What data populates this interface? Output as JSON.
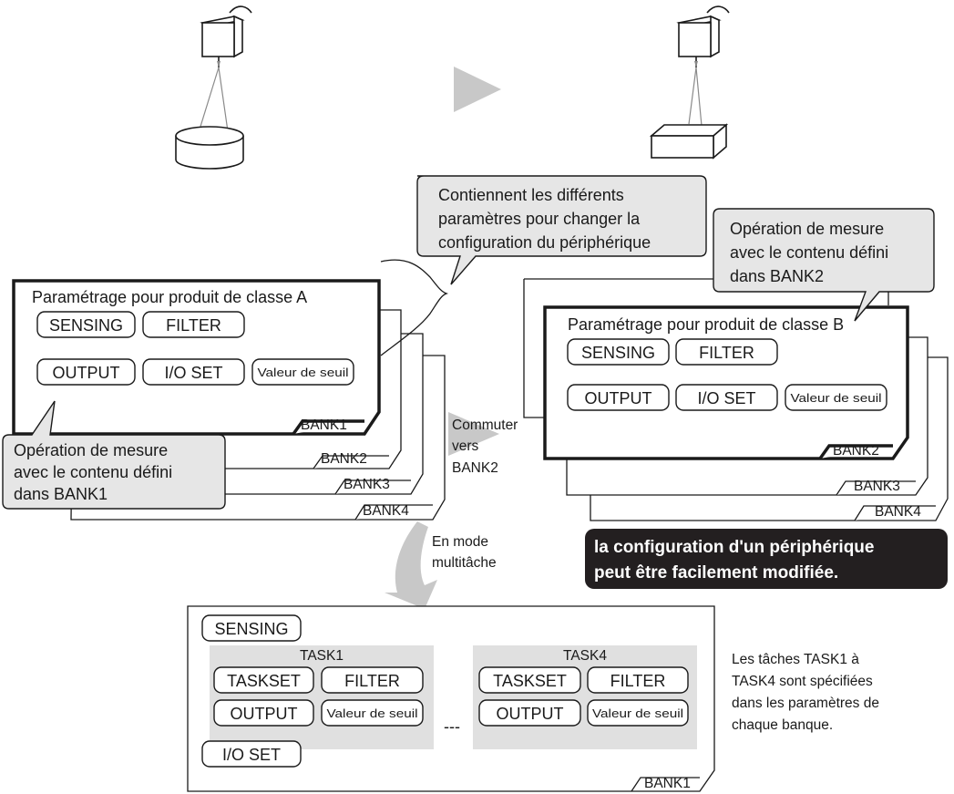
{
  "scene": {
    "arrow_color": "#bdbdbd"
  },
  "callouts": {
    "top": [
      "Contiennent les différents",
      "paramètres pour changer la",
      "configuration du périphérique"
    ],
    "bank1_op": [
      "Opération de mesure",
      "avec le contenu défini",
      "dans BANK1"
    ],
    "bank2_op": [
      "Opération de mesure",
      "avec le contenu défini",
      "dans BANK2"
    ]
  },
  "stack_a": {
    "title": "Paramétrage pour produit de classe A",
    "sensing": "SENSING",
    "filter": "FILTER",
    "output": "OUTPUT",
    "io_set": "I/O SET",
    "threshold": "Valeur de seuil",
    "banks": [
      "BANK1",
      "BANK2",
      "BANK3",
      "BANK4"
    ]
  },
  "stack_b": {
    "title": "Paramétrage pour produit de classe B",
    "sensing": "SENSING",
    "filter": "FILTER",
    "output": "OUTPUT",
    "io_set": "I/O SET",
    "threshold": "Valeur de seuil",
    "banks": [
      "BANK2",
      "BANK3",
      "BANK4"
    ]
  },
  "switch_label": [
    "Commuter",
    "vers",
    "BANK2"
  ],
  "multitask_label": [
    "En mode",
    "multitâche"
  ],
  "banner": {
    "lines": [
      "la configuration d'un périphérique",
      "peut être facilement modifiée."
    ],
    "bg": "#231f20",
    "fg": "#ffffff"
  },
  "multitask": {
    "sensing": "SENSING",
    "io_set": "I/O SET",
    "bank": "BANK1",
    "dots": "---",
    "panel_bg": "#e0e0e0",
    "task1": {
      "title": "TASK1",
      "taskset": "TASKSET",
      "filter": "FILTER",
      "output": "OUTPUT",
      "threshold": "Valeur de seuil"
    },
    "task4": {
      "title": "TASK4",
      "taskset": "TASKSET",
      "filter": "FILTER",
      "output": "OUTPUT",
      "threshold": "Valeur de seuil"
    }
  },
  "note": [
    "Les tâches TASK1 à",
    "TASK4 sont spécifiées",
    "dans les paramètres de",
    "chaque banque."
  ]
}
